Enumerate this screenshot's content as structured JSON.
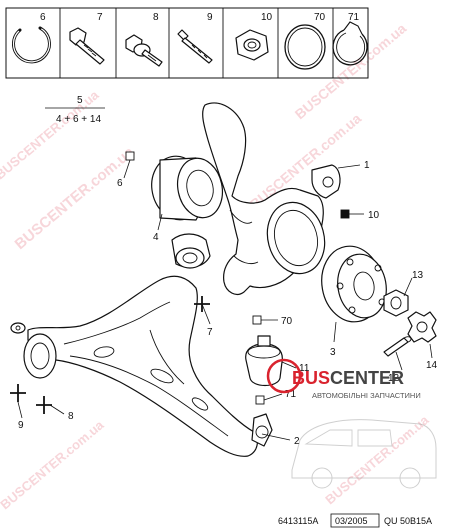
{
  "strip": {
    "items": [
      {
        "label": "6"
      },
      {
        "label": "7"
      },
      {
        "label": "8"
      },
      {
        "label": "9"
      },
      {
        "label": "10"
      },
      {
        "label": "70"
      },
      {
        "label": "71"
      }
    ]
  },
  "formula": {
    "top": "5",
    "bottom": "4 + 6 + 14"
  },
  "callouts": {
    "c1": "1",
    "c2": "2",
    "c3": "3",
    "c4": "4",
    "c6": "6",
    "c7": "7",
    "c8": "8",
    "c9": "9",
    "c10": "10",
    "c11": "11",
    "c12": "12",
    "c13": "13",
    "c14": "14",
    "c70": "70",
    "c71": "71"
  },
  "watermark": {
    "text": "BUSCENTER.com.ua",
    "brand_prefix": "BUS",
    "brand_suffix": "CENTER",
    "brand_subtitle": "АВТОМОБІЛЬНІ ЗАПЧАСТИНИ"
  },
  "footer": {
    "ref": "6413115A",
    "date": "03/2005",
    "code": "QU 50B15A"
  },
  "colors": {
    "brand_red": "#d9232e",
    "watermark_pink": "#f2b5bd"
  }
}
